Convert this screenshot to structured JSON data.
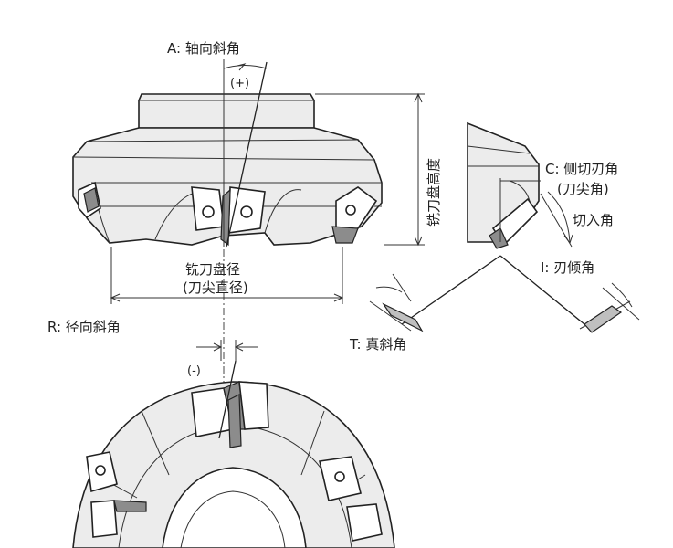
{
  "labels": {
    "axial_rake": "A: 轴向斜角",
    "axial_sign": "(+)",
    "cutter_height": "铣刀盘高度",
    "cutter_diameter_1": "铣刀盘径",
    "cutter_diameter_2": "(刀尖直径)",
    "side_cutting_1": "C: 侧切刃角",
    "side_cutting_2": "(刀尖角)",
    "lead_angle": "切入角",
    "inclination": "I: 刃倾角",
    "true_rake": "T: 真斜角",
    "radial_rake": "R: 径向斜角",
    "radial_sign": "(-)"
  },
  "colors": {
    "line": "#222222",
    "body": "#ececec",
    "shade": "#8c8c8c"
  }
}
